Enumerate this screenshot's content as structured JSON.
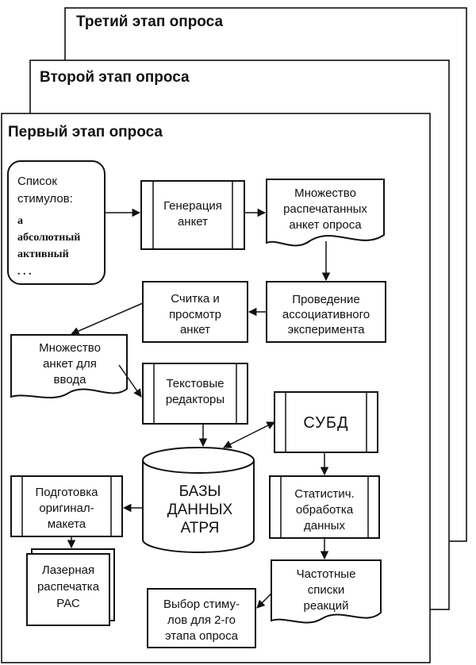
{
  "stages": {
    "third": "Третий этап опроса",
    "second": "Второй этап опроса",
    "first": "Первый этап опроса"
  },
  "stimuli_list": {
    "title_lines": [
      "Список",
      "стимулов:"
    ],
    "items": [
      "а",
      "абсолютный",
      "активный"
    ],
    "ellipsis": ". . ."
  },
  "nodes": {
    "generation": [
      "Генерация",
      "анкет"
    ],
    "printed_set": [
      "Множество",
      "распечатанных",
      "анкет опроса"
    ],
    "experiment": [
      "Проведение",
      "ассоциативного",
      "эксперимента"
    ],
    "reading": [
      "Считка и",
      "просмотр",
      "анкет"
    ],
    "input_set": [
      "Множество",
      "анкет для",
      "ввода"
    ],
    "editors": [
      "Текстовые",
      "редакторы"
    ],
    "dbms": [
      "СУБД"
    ],
    "database": [
      "БАЗЫ",
      "ДАННЫХ",
      "АТРЯ"
    ],
    "stats": [
      "Статистич.",
      "обработка",
      "данных"
    ],
    "prep": [
      "Подготовка",
      "оригинал-",
      "макета"
    ],
    "freq": [
      "Частотные",
      "списки",
      "реакций"
    ],
    "laser": [
      "Лазерная",
      "распечатка",
      "РАС"
    ],
    "selection": [
      "Выбор стиму-",
      "лов для 2-го",
      "этапа опроса"
    ]
  }
}
